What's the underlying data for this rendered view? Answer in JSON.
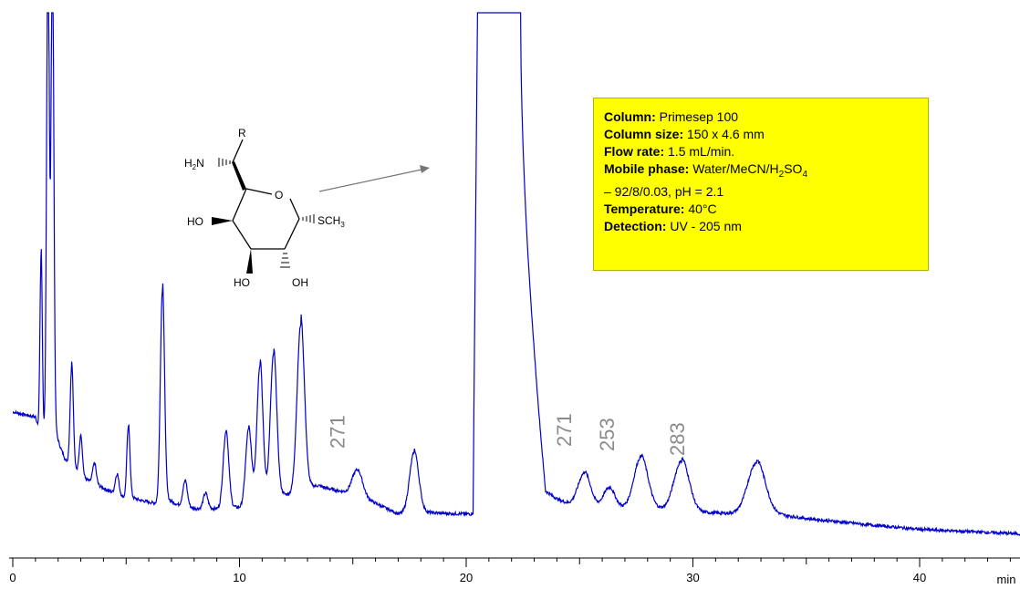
{
  "chart_data": {
    "type": "line",
    "xlabel": "min",
    "ylabel": "",
    "xlim": [
      0,
      45
    ],
    "x_ticks": [
      0,
      10,
      20,
      30,
      40
    ],
    "grid": false,
    "trace_color": "#0000cc",
    "baseline": [
      [
        0,
        0.22
      ],
      [
        1.0,
        0.21
      ],
      [
        1.2,
        0.18
      ],
      [
        1.5,
        0.16
      ],
      [
        3,
        0.09
      ],
      [
        5,
        0.05
      ],
      [
        8,
        0.03
      ],
      [
        10,
        0.03
      ],
      [
        12,
        0.05
      ],
      [
        13.5,
        0.07
      ],
      [
        15,
        0.06
      ],
      [
        17,
        0.02
      ],
      [
        20,
        0.02
      ],
      [
        20.2,
        0.02
      ],
      [
        23,
        0.08
      ],
      [
        24,
        0.05
      ],
      [
        25,
        0.03
      ],
      [
        28,
        0.03
      ],
      [
        30,
        0.02
      ],
      [
        33,
        0.02
      ],
      [
        35,
        0.01
      ],
      [
        40,
        -0.01
      ],
      [
        45,
        -0.02
      ]
    ],
    "peaks": [
      {
        "rt": 1.25,
        "height": 0.35,
        "width": 0.05
      },
      {
        "rt": 1.55,
        "height": 0.95,
        "width": 0.06
      },
      {
        "rt": 1.75,
        "height": 0.95,
        "width": 0.06
      },
      {
        "rt": 2.6,
        "height": 0.2,
        "width": 0.07
      },
      {
        "rt": 3.0,
        "height": 0.08,
        "width": 0.07
      },
      {
        "rt": 3.6,
        "height": 0.04,
        "width": 0.08
      },
      {
        "rt": 4.6,
        "height": 0.04,
        "width": 0.08
      },
      {
        "rt": 5.1,
        "height": 0.14,
        "width": 0.07
      },
      {
        "rt": 6.6,
        "height": 0.42,
        "width": 0.09
      },
      {
        "rt": 7.6,
        "height": 0.05,
        "width": 0.1
      },
      {
        "rt": 8.5,
        "height": 0.03,
        "width": 0.1
      },
      {
        "rt": 9.4,
        "height": 0.15,
        "width": 0.12
      },
      {
        "rt": 10.4,
        "height": 0.15,
        "width": 0.13
      },
      {
        "rt": 10.9,
        "height": 0.27,
        "width": 0.13
      },
      {
        "rt": 11.5,
        "height": 0.28,
        "width": 0.14
      },
      {
        "rt": 12.7,
        "height": 0.33,
        "width": 0.16
      },
      {
        "rt": 15.2,
        "height": 0.05,
        "width": 0.22
      },
      {
        "rt": 17.7,
        "height": 0.12,
        "width": 0.2
      },
      {
        "rt": 25.2,
        "height": 0.07,
        "width": 0.28
      },
      {
        "rt": 26.3,
        "height": 0.04,
        "width": 0.25
      },
      {
        "rt": 27.7,
        "height": 0.1,
        "width": 0.3
      },
      {
        "rt": 29.5,
        "height": 0.1,
        "width": 0.33
      },
      {
        "rt": 32.8,
        "height": 0.1,
        "width": 0.38
      }
    ],
    "main_peak": {
      "start": 20.3,
      "plateau_start": 20.5,
      "plateau_end": 22.4,
      "end": 23.5,
      "height": "offscale"
    },
    "peak_labels": [
      {
        "text": "271",
        "rt": 14.3
      },
      {
        "text": "271",
        "rt": 24.3
      },
      {
        "text": "253",
        "rt": 26.2
      },
      {
        "text": "283",
        "rt": 29.3
      }
    ]
  },
  "info_box": {
    "column_label": "Column:",
    "column_value": "Primesep 100",
    "size_label": "Column size:",
    "size_value": "150 x 4.6 mm",
    "flow_label": "Flow rate:",
    "flow_value": "1.5 mL/min.",
    "mobile_label": "Mobile phase:",
    "mobile_value_pre": "Water/MeCN/H",
    "mobile_value_sub1": "2",
    "mobile_value_mid": "SO",
    "mobile_value_sub2": "4",
    "mobile_value_line2": "– 92/8/0.03,  pH = 2.1",
    "temp_label": "Temperature:",
    "temp_value": "40°C",
    "detection_label": "Detection:",
    "detection_value": "UV - 205 nm",
    "background": "#ffff00"
  },
  "molecule": {
    "r": "R",
    "o": "O",
    "h2n_h": "H",
    "h2n_sub": "2",
    "h2n_n": "N",
    "ho_left": "HO",
    "sch3_s": "SCH",
    "sch3_sub": "3",
    "ho_bottom": "HO",
    "oh_bottom": "OH"
  }
}
